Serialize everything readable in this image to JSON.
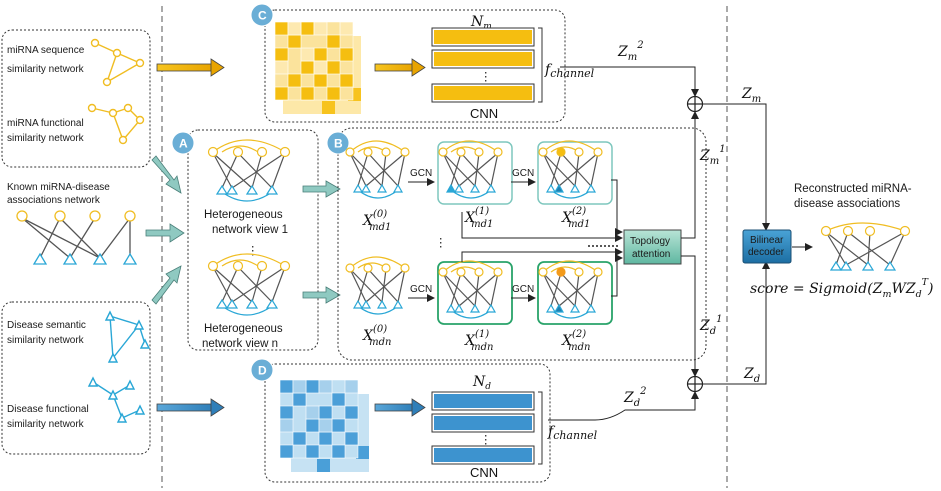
{
  "inputs": {
    "mirna_sequence": "miRNA sequence similarity network",
    "mirna_functional": "miRNA functional similarity network",
    "known_associations": "Known miRNA-disease associations network",
    "disease_semantic": "Disease semantic similarity network",
    "disease_functional": "Disease functional similarity network"
  },
  "modules": {
    "A": "A",
    "B": "B",
    "C": "C",
    "D": "D"
  },
  "module_a": {
    "view1": "Heterogeneous network view 1",
    "viewn": "Heterogeneous network view n",
    "ellipsis": "⋮"
  },
  "module_b": {
    "gcn": "GCN",
    "x_md1_0": "X",
    "x_md1_0_sup": "(0)",
    "x_md1_0_sub": "md1",
    "x_md1_1_sup": "(1)",
    "x_md1_1_sub": "md1",
    "x_md1_2_sup": "(2)",
    "x_md1_2_sub": "md1",
    "x_mdn_0_sup": "(0)",
    "x_mdn_0_sub": "mdn",
    "x_mdn_1_sup": "(1)",
    "x_mdn_1_sub": "mdn",
    "x_mdn_2_sup": "(2)",
    "x_mdn_2_sub": "mdn",
    "topology": "Topology attention",
    "ellipsis": "⋮"
  },
  "module_c": {
    "n_label": "N",
    "n_sub": "m",
    "f_label": "f",
    "f_sub": "channel",
    "cnn": "CNN",
    "ellipsis": "⋮"
  },
  "module_d": {
    "n_label": "N",
    "n_sub": "d",
    "f_label": "f",
    "f_sub": "channel",
    "cnn": "CNN",
    "ellipsis": "⋮"
  },
  "outputs": {
    "zm2_base": "Z",
    "zm2_sub": "m",
    "zm2_sup": "2",
    "zm1_base": "Z",
    "zm1_sub": "m",
    "zm1_sup": "1",
    "zm_base": "Z",
    "zm_sub": "m",
    "zd1_base": "Z",
    "zd1_sub": "d",
    "zd1_sup": "1",
    "zd2_base": "Z",
    "zd2_sub": "d",
    "zd2_sup": "2",
    "zd_base": "Z",
    "zd_sub": "d",
    "bilinear": "Bilinear decoder",
    "reconstructed": "Reconstructed miRNA-disease associations",
    "score": "score = Sigmoid(Z",
    "score_m": "m",
    "score_w": "WZ",
    "score_d": "d",
    "score_t": "T",
    "score_end": ")"
  },
  "colors": {
    "mirna": "#f2c230",
    "mirna_light": "#fbe7a6",
    "disease": "#2aa7d6",
    "disease_light": "#bfe0f2",
    "teal": "#8fc9c1",
    "badge": "#6aaed6",
    "green_box": "#29a36a",
    "bilinear": "#2b86bd"
  }
}
